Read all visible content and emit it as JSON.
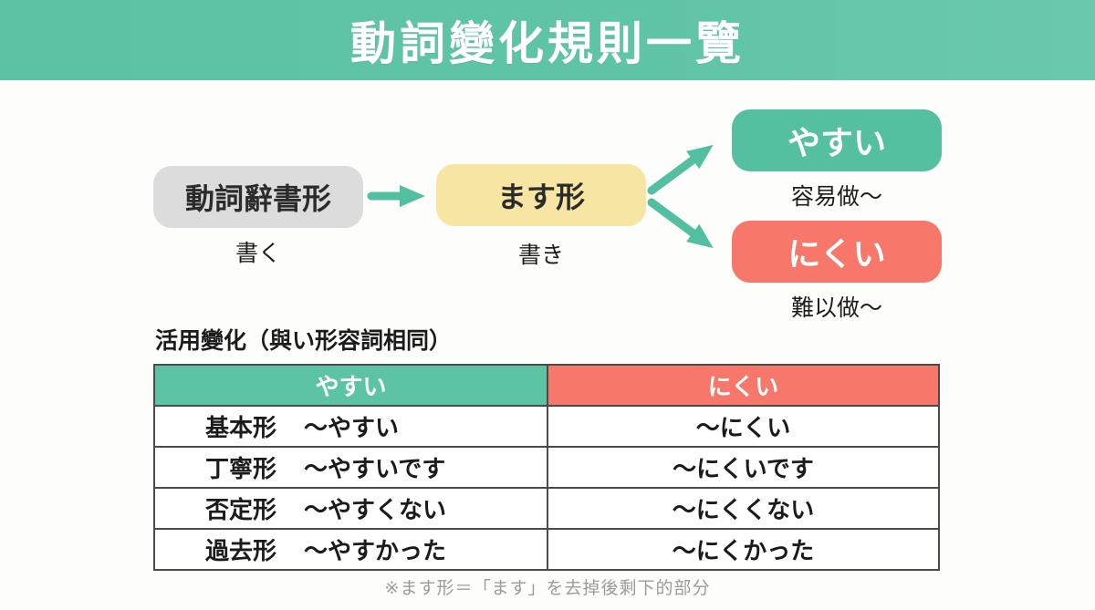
{
  "header": {
    "title": "動詞變化規則一覽",
    "bg_color": "#5cc2a2",
    "text_color": "#ffffff"
  },
  "flow": {
    "dictionary_form": {
      "label": "動詞辭書形",
      "example": "書く",
      "bg_color": "#dcdcdc"
    },
    "masu_form": {
      "label": "ます形",
      "example": "書き",
      "bg_color": "#f6e5a3"
    },
    "yasui_branch": {
      "label": "やすい",
      "caption": "容易做〜",
      "bg_color": "#54c0a0"
    },
    "nikui_branch": {
      "label": "にくい",
      "caption": "難以做〜",
      "bg_color": "#f7786a"
    },
    "arrow_color": "#52bfa0"
  },
  "conjugation": {
    "section_title": "活用變化（與い形容詞相同）",
    "columns": [
      {
        "label": "やすい",
        "color": "#5cc3a3"
      },
      {
        "label": "にくい",
        "color": "#f7786a"
      }
    ],
    "rows": [
      {
        "form": "基本形",
        "yasui": "〜やすい",
        "nikui": "〜にくい"
      },
      {
        "form": "丁寧形",
        "yasui": "〜やすいです",
        "nikui": "〜にくいです"
      },
      {
        "form": "否定形",
        "yasui": "〜やすくない",
        "nikui": "〜にくくない"
      },
      {
        "form": "過去形",
        "yasui": "〜やすかった",
        "nikui": "〜にくかった"
      }
    ],
    "border_color": "#4a4a4a"
  },
  "footer": {
    "note": "※ます形＝「ます」を去掉後剩下的部分"
  }
}
